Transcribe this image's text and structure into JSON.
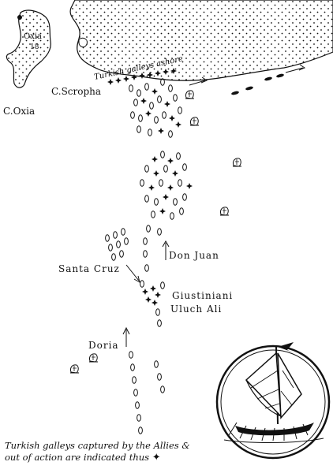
{
  "labels": {
    "island": "Oxia",
    "island_number": "18",
    "cape_west": "C.Oxia",
    "cape_east": "C.Scropha",
    "ashore": "Turkish galleys ashore",
    "don_juan": "Don Juan",
    "santa_cruz": "Santa Cruz",
    "giustiniani": "Giustiniani",
    "uluch_ali": "Uluch Ali",
    "doria": "Doria"
  },
  "caption": {
    "line1": "Turkish galleys captured by the Allies &",
    "line2": "out of action are indicated thus",
    "symbol": "✦"
  },
  "colors": {
    "ink": "#111111",
    "paper": "#ffffff"
  },
  "icons": {
    "captured_symbol": "cross-star-icon",
    "galley": "galley-ship-icon"
  }
}
